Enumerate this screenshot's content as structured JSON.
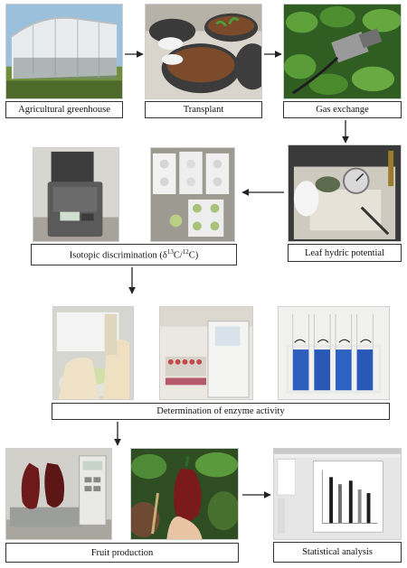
{
  "steps": {
    "greenhouse": "Agricultural greenhouse",
    "transplant": "Transplant",
    "gas_exchange": "Gas exchange",
    "leaf_potential": "Leaf hydric potential",
    "isotopic_prefix": "Isotopic discrimination (δ",
    "isotopic_sup1": "13",
    "isotopic_mid": "C/",
    "isotopic_sup2": "12",
    "isotopic_suffix": "C)",
    "enzyme": "Determination of enzyme activity",
    "fruit": "Fruit production",
    "statistical": "Statistical analysis"
  },
  "colors": {
    "label_border": "#333333",
    "arrow": "#222222"
  }
}
